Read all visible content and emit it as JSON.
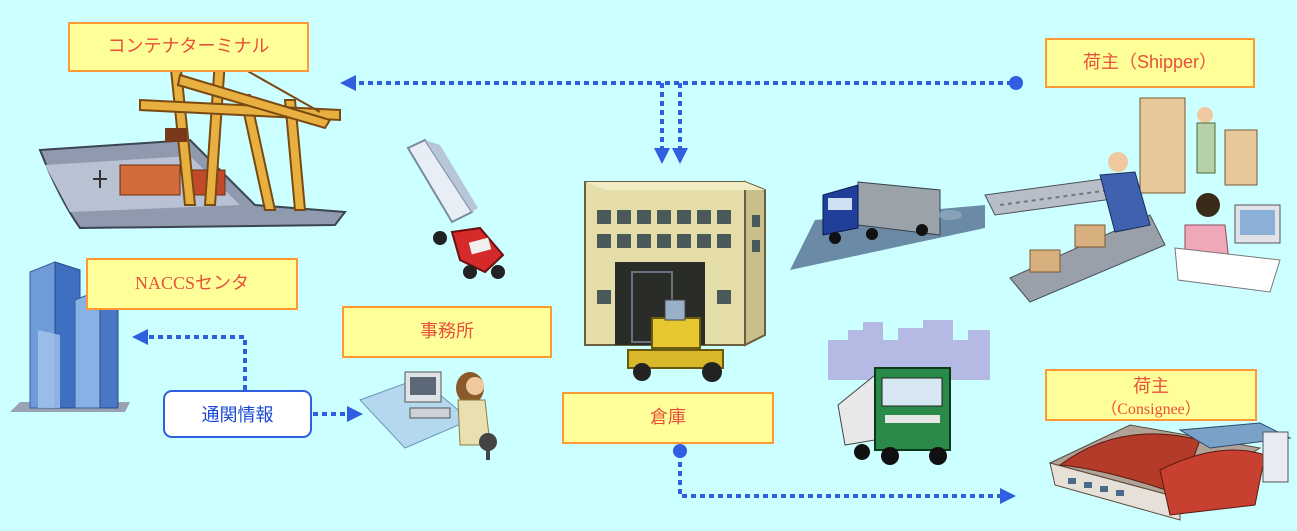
{
  "labels": {
    "container_terminal": "コンテナターミナル",
    "shipper": "荷主（Shipper）",
    "naccs_center": "NACCSセンタ",
    "office": "事務所",
    "warehouse": "倉庫",
    "consignee_line1": "荷主",
    "consignee_line2": "（Consignee）",
    "customs_info": "通関情報"
  },
  "colors": {
    "background": "#ccffff",
    "label_fill": "#ffff99",
    "label_border": "#ff9933",
    "label_text": "#e8503c",
    "arrow": "#2f5fe0"
  },
  "icons": [
    "container-ship-crane-icon",
    "office-tower-icon",
    "semi-truck-icon",
    "worker-at-computer-icon",
    "warehouse-forklift-icon",
    "cargo-truck-icon",
    "packing-conveyor-icon",
    "delivery-truck-city-icon",
    "distribution-center-icon"
  ]
}
